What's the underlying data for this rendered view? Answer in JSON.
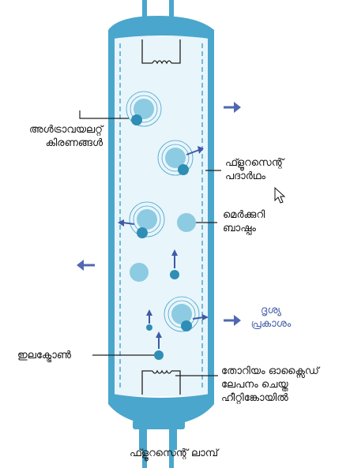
{
  "labels": {
    "uv_rays": [
      "അൾട്രാവയലറ്റ്",
      "കിരണങ്ങൾ"
    ],
    "phosphor": [
      "ഫ്ളൂറസെന്റ്",
      "പദാർഥം"
    ],
    "mercury_vapour": [
      "മെർക്കുറി",
      "ബാഷ്പം"
    ],
    "visible_light": [
      "ദൃശ്യ",
      "പ്രകാശം"
    ],
    "electron": "ഇലക്ട്രോൺ",
    "coil": [
      "തോറിയം ഓക്സൈഡ്",
      "ലേപനം ചെയ്ത",
      "ഹീറ്റിങ്കോയിൽ"
    ],
    "caption": "ഫ്ളൂറസെന്റ് ലാമ്പ്"
  },
  "colors": {
    "tube": "#4aa6cc",
    "tube_light": "#e8f5fb",
    "atom_light": "#8ccbe2",
    "atom_dark": "#2e8eb5",
    "arrow": "#4f68b0",
    "leader": "#222222"
  }
}
